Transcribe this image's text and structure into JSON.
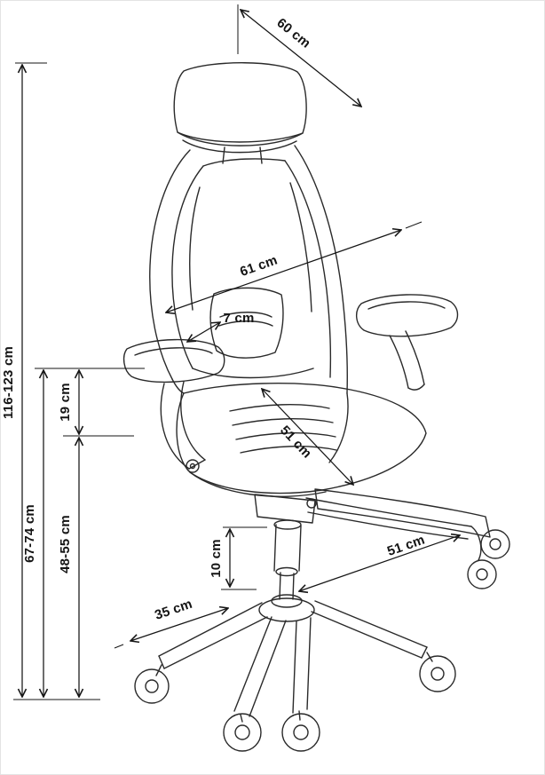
{
  "diagram": {
    "colors": {
      "background": "#ffffff",
      "line": "#2a2a2a",
      "dimension": "#161616"
    },
    "labels": {
      "headrest_depth": "60 cm",
      "total_height": "116-123 cm",
      "backrest_width": "61 cm",
      "lumbar_slot": "7 cm",
      "armrest_to_seat": "19 cm",
      "seat_depth": "51 cm",
      "armrest_height": "67-74 cm",
      "seat_height": "48-55 cm",
      "lift_range": "10 cm",
      "base_front": "35 cm",
      "footrest_length": "51 cm"
    }
  }
}
